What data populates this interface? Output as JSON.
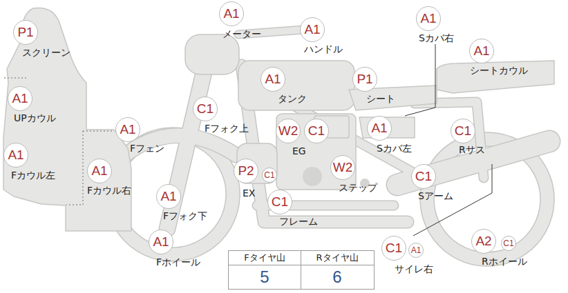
{
  "diagram": {
    "labels": [
      "P1",
      "スクリーン",
      "A1",
      "メーター",
      "A1",
      "ハンドル",
      "A1",
      "Sカバ右",
      "A1",
      "シートカウル",
      "A1",
      "タンク",
      "P1",
      "シート",
      "A1",
      "UPカウル",
      "C1",
      "Fフォク上",
      "W2",
      "C1",
      "EG",
      "A1",
      "Sカバ左",
      "C1",
      "Rサス",
      "A1",
      "Fフェン",
      "A1",
      "Fカウル左",
      "A1",
      "Fカウル右",
      "P2",
      "C1",
      "EX",
      "W2",
      "ステップ",
      "C1",
      "Sアーム",
      "A1",
      "Fフォク下",
      "C1",
      "フレーム",
      "A1",
      "Fホイール",
      "C1",
      "A1",
      "サイレ右",
      "A2",
      "C1",
      "Rホイール",
      "Fタイヤ山",
      "Rタイヤ山",
      "5",
      "6"
    ]
  }
}
